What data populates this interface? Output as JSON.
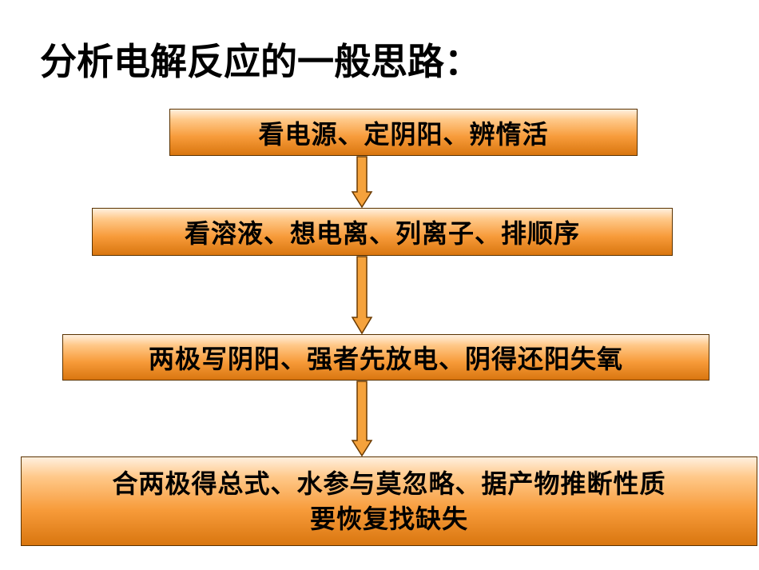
{
  "title": "分析电解反应的一般思路：",
  "steps": [
    {
      "lines": [
        "看电源、定阴阳、辨惰活"
      ]
    },
    {
      "lines": [
        "看溶液、想电离、列离子、排顺序"
      ]
    },
    {
      "lines": [
        "两极写阴阳、强者先放电、阴得还阳失氧"
      ]
    },
    {
      "lines": [
        "合两极得总式、水参与莫忽略、据产物推断性质",
        "要恢复找缺失"
      ]
    }
  ],
  "colors": {
    "box_fill_top": "#fff0df",
    "box_fill_bottom": "#d9760f",
    "box_border": "#5a3200",
    "arrow_fill": "#f5a23c",
    "arrow_stroke": "#6b3a00"
  }
}
